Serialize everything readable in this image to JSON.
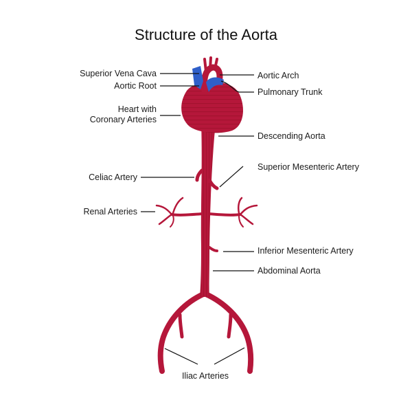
{
  "title": "Structure of the Aorta",
  "labels": {
    "superior_vena_cava": "Superior Vena Cava",
    "aortic_root": "Aortic Root",
    "heart_line1": "Heart with",
    "heart_line2": "Coronary Arteries",
    "celiac_artery": "Celiac Artery",
    "renal_arteries": "Renal Arteries",
    "aortic_arch": "Aortic Arch",
    "pulmonary_trunk": "Pulmonary Trunk",
    "descending_aorta": "Descending Aorta",
    "superior_mesenteric_artery": "Superior Mesenteric Artery",
    "inferior_mesenteric_artery": "Inferior Mesenteric Artery",
    "abdominal_aorta": "Abdominal Aorta",
    "iliac_arteries": "Iliac Arteries"
  },
  "colors": {
    "artery": "#b5173a",
    "artery_dark": "#8e0f2c",
    "vein": "#2f5fc9",
    "leader": "#111111"
  }
}
